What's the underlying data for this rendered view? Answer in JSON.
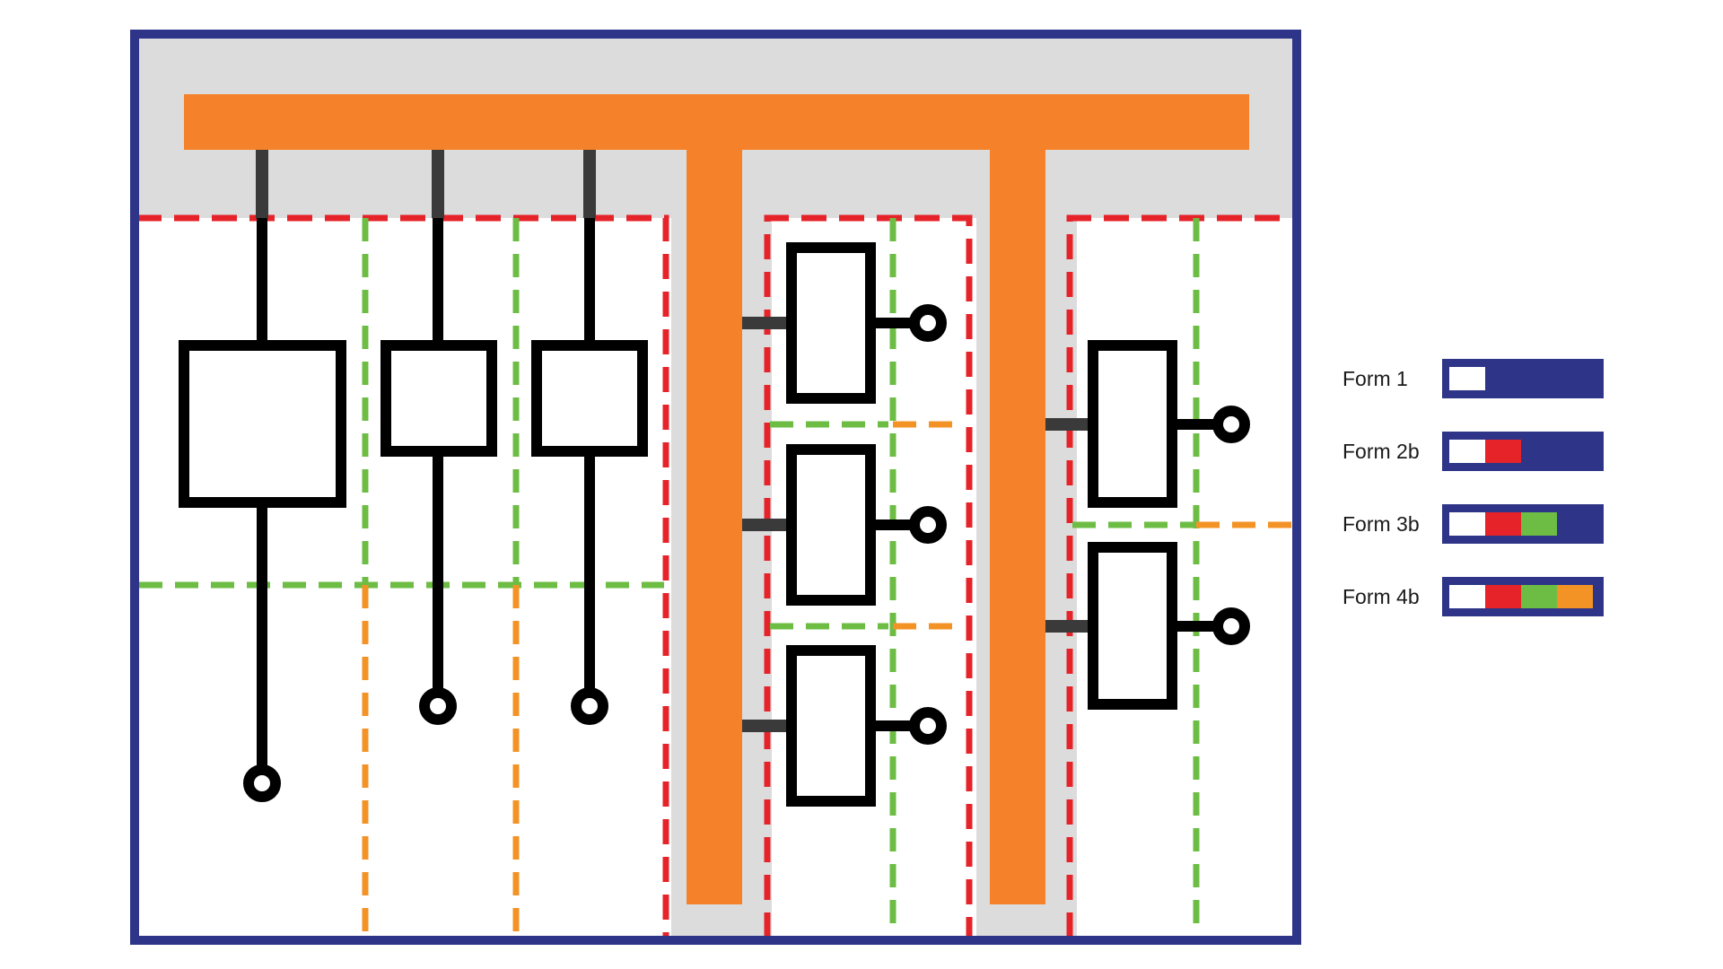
{
  "colors": {
    "frame": "#2e3588",
    "busbar": "#f5822a",
    "busbar_zone": "#dcdcdd",
    "separation_red": "#e52329",
    "separation_green": "#6dbd45",
    "separation_orange": "#f39326",
    "device": "#000000",
    "background": "#ffffff"
  },
  "diagram": {
    "description_icon": "switchgear-form-separation-icon"
  },
  "legend": [
    {
      "label": "Form 1",
      "segments": [
        "#ffffff"
      ]
    },
    {
      "label": "Form 2b",
      "segments": [
        "#ffffff",
        "#e52329"
      ]
    },
    {
      "label": "Form 3b",
      "segments": [
        "#ffffff",
        "#e52329",
        "#6dbd45"
      ]
    },
    {
      "label": "Form 4b",
      "segments": [
        "#ffffff",
        "#e52329",
        "#6dbd45",
        "#f39326"
      ]
    }
  ]
}
